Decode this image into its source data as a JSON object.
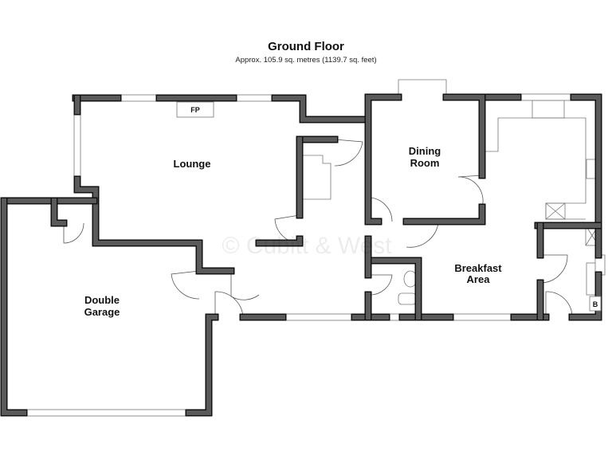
{
  "header": {
    "title": "Ground Floor",
    "subtitle": "Approx. 105.9 sq. metres (1139.7 sq. feet)"
  },
  "rooms": {
    "lounge": "Lounge",
    "dining_line1": "Dining",
    "dining_line2": "Room",
    "breakfast_line1": "Breakfast",
    "breakfast_line2": "Area",
    "garage_line1": "Double",
    "garage_line2": "Garage"
  },
  "fixtures": {
    "fireplace": "FP",
    "boiler": "B"
  },
  "watermark": "© Cubitt & West",
  "colors": {
    "wall_fill": "#5a5a5a",
    "wall_outline": "#111111"
  }
}
